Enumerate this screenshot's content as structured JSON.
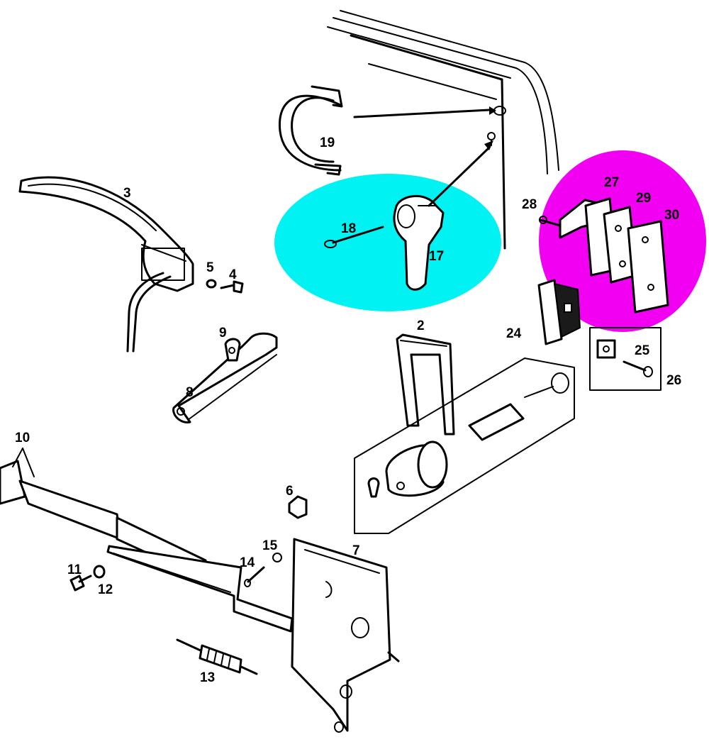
{
  "highlight_colors": {
    "cyan": "#00f2f2",
    "magenta": "#f200f2"
  },
  "labels": {
    "p2": "2",
    "p3": "3",
    "p4": "4",
    "p5": "5",
    "p6": "6",
    "p7": "7",
    "p8": "8",
    "p9": "9",
    "p10": "10",
    "p11": "11",
    "p12": "12",
    "p13": "13",
    "p14": "14",
    "p15": "15",
    "p17": "17",
    "p18": "18",
    "p19": "19",
    "p24": "24",
    "p25": "25",
    "p26": "26",
    "p27": "27",
    "p28": "28",
    "p29": "29",
    "p30": "30"
  }
}
